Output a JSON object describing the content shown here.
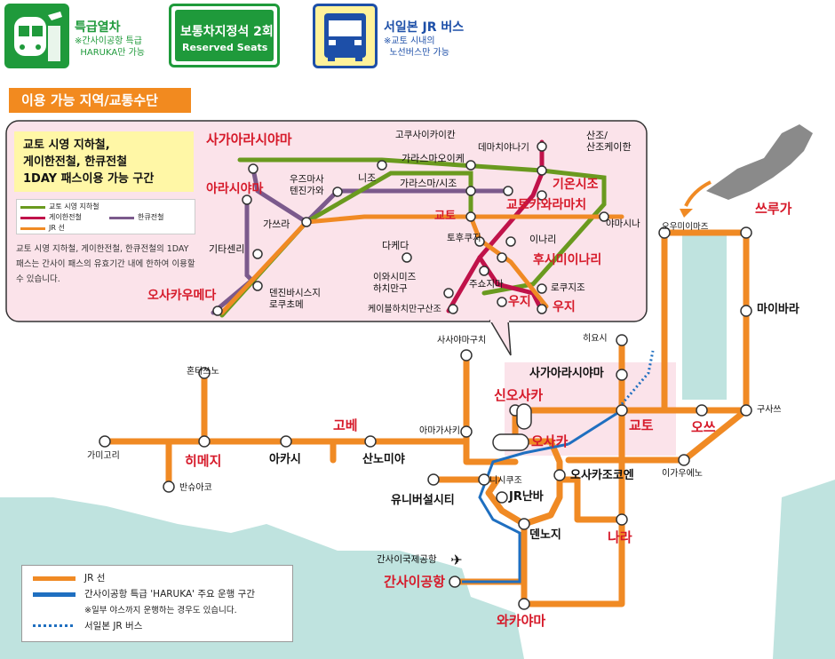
{
  "features": [
    {
      "title": "특급열차",
      "note": "※간사이공항 특급\n  HARUKA만 가능",
      "icon": "express-train-icon"
    },
    {
      "title": "보통차지정석 2회",
      "subtitle": "Reserved Seats"
    },
    {
      "title": "서일본 JR 버스",
      "note": "※교토 시내의\n  노선버스만 가능",
      "icon": "bus-icon"
    }
  ],
  "region_header": "이용 가능 지역/교통수단",
  "subway_box": {
    "title": "교토 시영 지하철,\n게이한전철, 한큐전철\n1DAY 패스이용 가능 구간",
    "legend": {
      "kyoto_subway": "교토 시영 지하철",
      "keihan": "게이한전철",
      "hankyu": "한큐전철",
      "jr": "JR 선"
    },
    "note": "교토 시영 지하철, 게이한전철, 한큐전철의 1DAY 패스는 간사이 패스의 유효기간 내에 한하여 이용할 수 있습니다."
  },
  "inset_stations": {
    "sagaarashiyama": "사가아라시야마",
    "arashiyama": "아라시야마",
    "katsura": "가쓰라",
    "kitasenri": "기타센리",
    "osaka_umeda": "오사카우메다",
    "tenjinbashi": "덴진바시스지\n로쿠초메",
    "uzumasa": "우즈마사\n텐진가와",
    "nijo": "니조",
    "kokusaikaikan": "고쿠사이카이칸",
    "karasuma_oike": "가라스마오이케",
    "demachiyanagi": "데마치야나기",
    "sanjo": "산조/\n산조케이한",
    "karasuma_shijo": "가라스마/시조",
    "gion_shijo": "기온시조",
    "kyoto": "교토",
    "tofukuji": "토후쿠지",
    "kotokawaramachi": "교토카와라마치",
    "yamashina": "야마시나",
    "takeda": "다케다",
    "inari": "이나리",
    "fushimiinari": "후시미이나리",
    "iwashimizu": "이와시미즈\n하치만구",
    "chushojima": "주쇼지마",
    "rokujizo": "로쿠지조",
    "uji_keihan": "우지",
    "uji_jr": "우지",
    "cable": "케이블하치만구산조"
  },
  "stations": {
    "tsuruga": "쓰루가",
    "omi_imazu": "오우미이마즈",
    "maibara": "마이바라",
    "hieizan": "히요시",
    "sasayamaguchi": "사사야마구치",
    "sagaarashiyama": "사가아라시야마",
    "shin_osaka": "신오사카",
    "kyoto": "교토",
    "otsu": "오쓰",
    "kusatsu": "구사쓰",
    "ikaruga": "이가우에노",
    "himeji": "히메지",
    "kobe": "고베",
    "akashi": "아카시",
    "sannomiya": "산노미야",
    "amagasaki": "아마가사키",
    "osaka": "오사카",
    "osakajo": "오사카조코엔",
    "nishikujo": "니시쿠조",
    "usj": "유니버설시티",
    "jr_namba": "JR난바",
    "tennoji": "덴노지",
    "nara": "나라",
    "kanku_label": "간사이국제공항",
    "kanku": "간사이공항",
    "wakayama": "와카야마",
    "kamigori": "가미고리",
    "banshuako": "반슈아코",
    "hozu": "혼타쓰노"
  },
  "legend": {
    "jr": "JR 선",
    "haruka": "간사이공항 특급 'HARUKA' 주요 운행 구간",
    "haruka_note": "※일부 야스까지 운행하는 경우도 있습니다.",
    "bus": "서일본 JR 버스"
  },
  "colors": {
    "jr": "#f08a24",
    "haruka": "#1f6fc0",
    "kyoto_subway": "#6a9a1f",
    "keihan": "#c0124a",
    "hankyu": "#7b5a8c",
    "sea": "#bfe3df",
    "inset": "#fbe3ea",
    "red_label": "#d61a2a"
  }
}
